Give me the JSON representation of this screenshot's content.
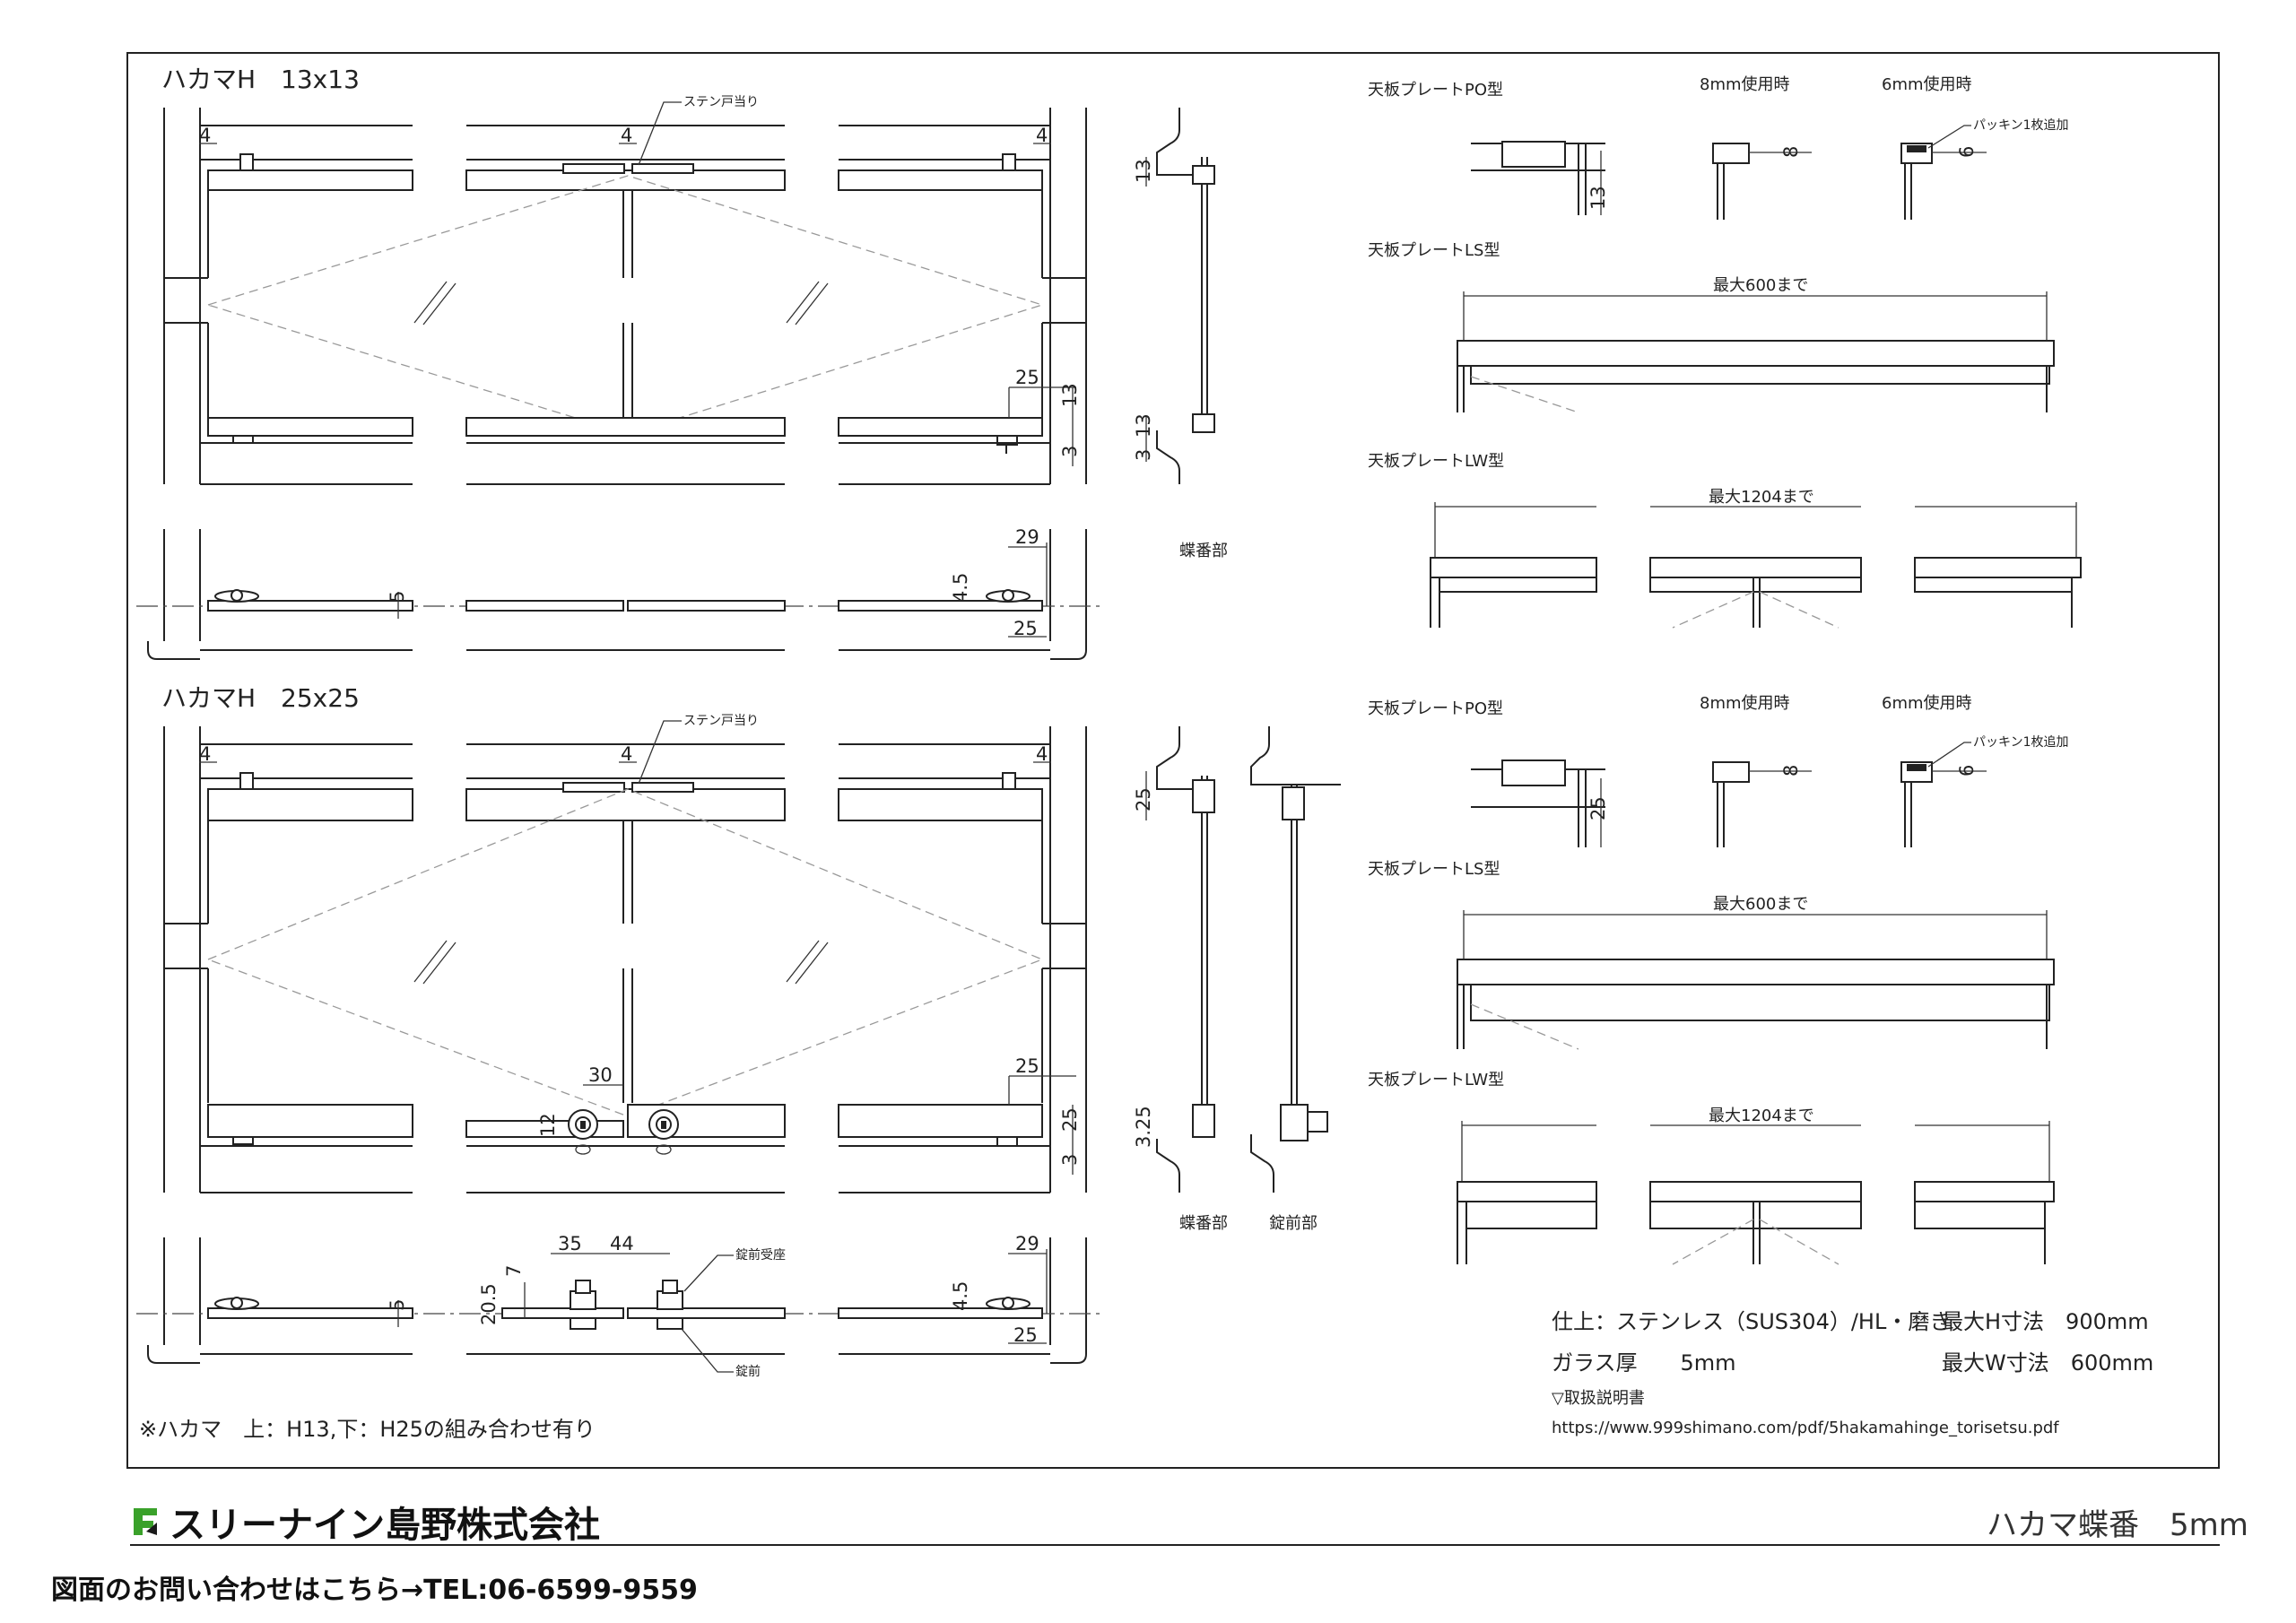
{
  "upper": {
    "title": "ハカマH　13x13",
    "sten": "ステン戸当り",
    "hinge_label": "蝶番部",
    "dims": {
      "d4": "4",
      "d13": "13",
      "d25": "25",
      "d3": "3",
      "d5": "5",
      "d29": "29",
      "d45": "4.5"
    }
  },
  "lower": {
    "title": "ハカマH　25x25",
    "sten": "ステン戸当り",
    "hinge_label": "蝶番部",
    "lock_label": "錠前部",
    "lock_seat": "錠前受座",
    "lock": "錠前",
    "dims": {
      "d4": "4",
      "d25": "25",
      "d3": "3",
      "d325": "3.25",
      "d30": "30",
      "d12": "12",
      "d35": "35",
      "d44": "44",
      "d7": "7",
      "d205": "20.5",
      "d5": "5",
      "d29": "29",
      "d45": "4.5"
    }
  },
  "plates_top": {
    "po": "天板プレートPO型",
    "mm8": "8mm使用時",
    "mm6": "6mm使用時",
    "packing": "パッキン1枚追加",
    "ls": "天板プレートLS型",
    "ls_max": "最大600まで",
    "lw": "天板プレートLW型",
    "lw_max": "最大1204まで",
    "d13": "13",
    "d8": "8",
    "d6": "6"
  },
  "plates_bottom": {
    "po": "天板プレートPO型",
    "mm8": "8mm使用時",
    "mm6": "6mm使用時",
    "packing": "パッキン1枚追加",
    "ls": "天板プレートLS型",
    "ls_max": "最大600まで",
    "lw": "天板プレートLW型",
    "lw_max": "最大1204まで",
    "d25": "25",
    "d8": "8",
    "d6": "6"
  },
  "specs": {
    "finish": "仕上：ステンレス（SUS304）/HL・磨き",
    "max_h": "最大H寸法　900mm",
    "glass": "ガラス厚　　5mm",
    "max_w": "最大W寸法　600mm",
    "manual": "▽取扱説明書",
    "url": "https://www.999shimano.com/pdf/5hakamahinge_torisetsu.pdf"
  },
  "note": "※ハカマ　上：H13,下：H25の組み合わせ有り",
  "footer": {
    "company": "スリーナイン島野株式会社",
    "product": "ハカマ蝶番　5mm",
    "tel": "図面のお問い合わせはこちら→TEL:06-6599-9559"
  }
}
